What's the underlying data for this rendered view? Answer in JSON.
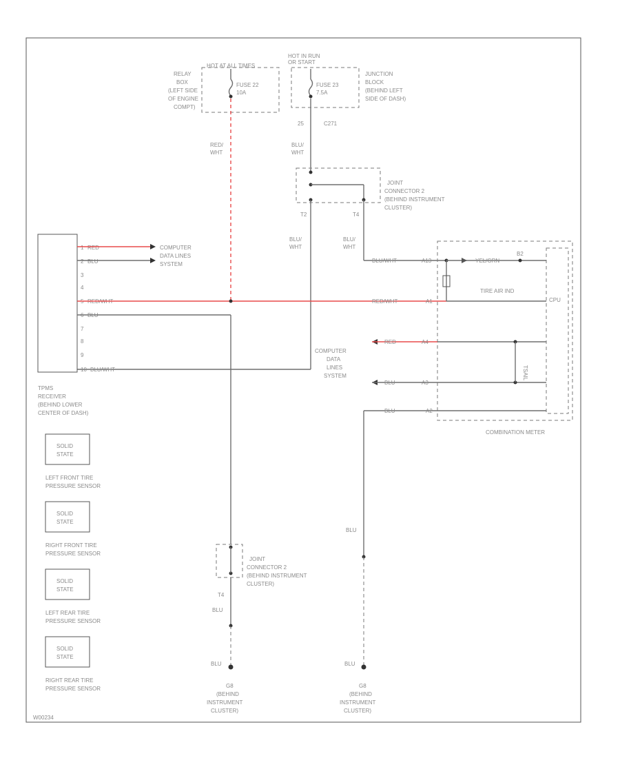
{
  "power": {
    "hot_all_times": "HOT AT ALL TIMES",
    "hot_in_run": [
      "HOT IN RUN",
      "OR START"
    ],
    "fuse22": [
      "FUSE 22",
      "10A"
    ],
    "fuse23": [
      "FUSE 23",
      "7.5A"
    ],
    "relay_box": [
      "RELAY",
      "BOX",
      "(LEFT SIDE",
      "OF ENGINE",
      "COMPT)"
    ],
    "junction_block": [
      "JUNCTION",
      "BLOCK",
      "(BEHIND LEFT",
      "SIDE OF DASH)"
    ],
    "pin25": "25",
    "c271": "C271"
  },
  "joint_top": {
    "label": [
      "JOINT",
      "CONNECTOR 2",
      "(BEHIND INSTRUMENT",
      "CLUSTER)"
    ],
    "pin_left": "T2",
    "pin_right": "T4"
  },
  "wires": {
    "red_wht": [
      "RED/",
      "WHT"
    ],
    "blu_wht_top": [
      "BLU/",
      "WHT"
    ],
    "blu_wht_mid": [
      "BLU/",
      "WHT"
    ],
    "blu_wht_right": [
      "BLU/",
      "WHT"
    ],
    "blu_left": "BLU",
    "blu_right_vert": "BLU",
    "blu_bottom_left": "BLU",
    "blu_ground_left": "BLU",
    "blu_ground_right": "BLU",
    "cm_red": "RED",
    "cm_blu": "BLU",
    "cm_blu_bottom": "BLU"
  },
  "receiver": {
    "pins": [
      {
        "num": "1",
        "wire": "RED"
      },
      {
        "num": "2",
        "wire": "BLU"
      },
      {
        "num": "3",
        "wire": ""
      },
      {
        "num": "4",
        "wire": ""
      },
      {
        "num": "5",
        "wire": "RED/WHT"
      },
      {
        "num": "6",
        "wire": "BLU"
      },
      {
        "num": "7",
        "wire": ""
      },
      {
        "num": "8",
        "wire": ""
      },
      {
        "num": "9",
        "wire": ""
      },
      {
        "num": "10",
        "wire": "BLU/WHT"
      }
    ],
    "label": [
      "TPMS",
      "RECEIVER",
      "(BEHIND LOWER",
      "CENTER OF DASH)"
    ],
    "cdl": [
      "COMPUTER",
      "DATA LINES",
      "SYSTEM"
    ]
  },
  "meter": {
    "pin_bluwht": "BLU/WHT",
    "pin_bluwht_num": "A13",
    "right_wire": "YEL/GRN",
    "right_pin": "B2",
    "redwht": "RED/WHT",
    "redwht_pin": "A1",
    "tire_ind": "TIRE AIR IND",
    "red_pin": "A4",
    "blu_pin": "A3",
    "gnd_pin": "A2",
    "ecu": "CPU",
    "vert_label": "TSAIL",
    "label": "COMBINATION METER",
    "cdl": [
      "COMPUTER",
      "DATA",
      "LINES",
      "SYSTEM"
    ]
  },
  "sensors": [
    {
      "body": [
        "SOLID",
        "STATE"
      ],
      "label": [
        "LEFT FRONT TIRE",
        "PRESSURE SENSOR"
      ]
    },
    {
      "body": [
        "SOLID",
        "STATE"
      ],
      "label": [
        "RIGHT FRONT TIRE",
        "PRESSURE SENSOR"
      ]
    },
    {
      "body": [
        "SOLID",
        "STATE"
      ],
      "label": [
        "LEFT REAR TIRE",
        "PRESSURE SENSOR"
      ]
    },
    {
      "body": [
        "SOLID",
        "STATE"
      ],
      "label": [
        "RIGHT REAR TIRE",
        "PRESSURE SENSOR"
      ]
    }
  ],
  "joint_bottom": {
    "label": [
      "JOINT",
      "CONNECTOR 2",
      "(BEHIND INSTRUMENT",
      "CLUSTER)"
    ],
    "pin": "T4"
  },
  "grounds": [
    {
      "code": "G8",
      "label": [
        "(BEHIND",
        "INSTRUMENT",
        "CLUSTER)"
      ]
    },
    {
      "code": "G8",
      "label": [
        "(BEHIND",
        "INSTRUMENT",
        "CLUSTER)"
      ]
    }
  ],
  "footer": {
    "code": "W00234"
  }
}
